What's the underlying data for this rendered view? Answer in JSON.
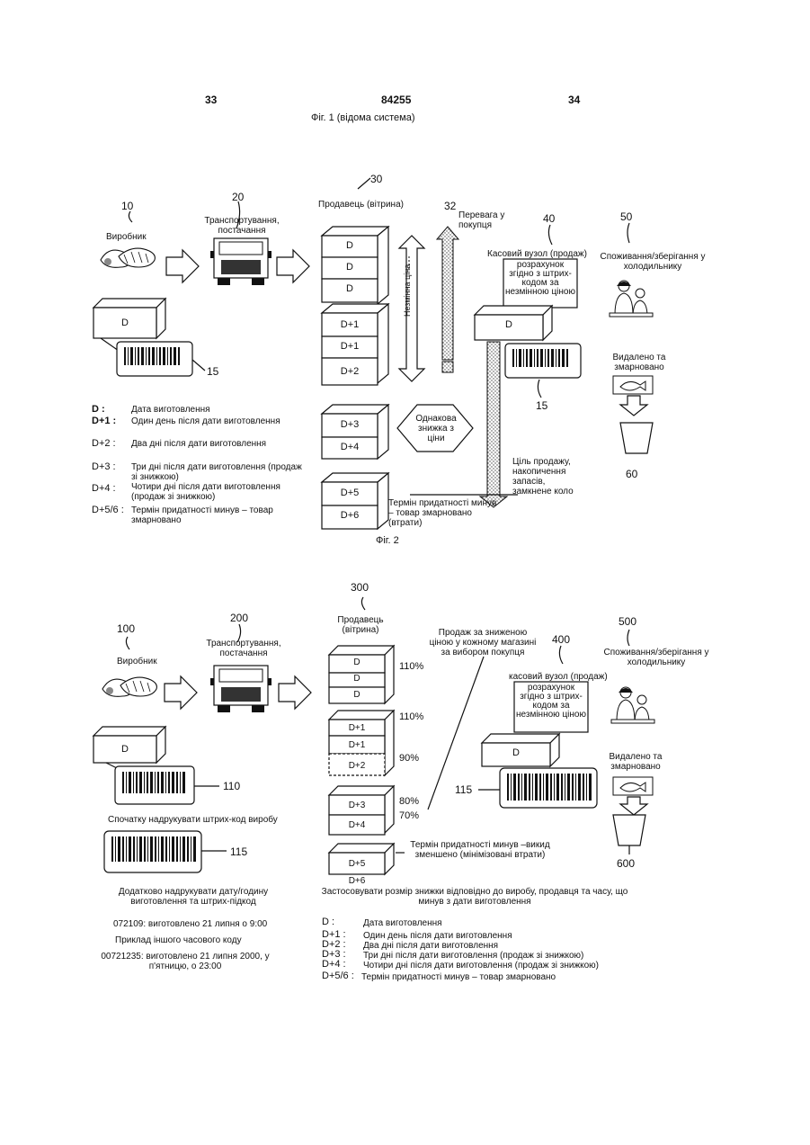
{
  "header": {
    "left_page": "33",
    "patent_no": "84255",
    "right_page": "34",
    "fig1_caption": "Фіг. 1 (відома система)"
  },
  "fig1": {
    "ref_30": "30",
    "ref_10": "10",
    "ref_20": "20",
    "ref_32": "32",
    "ref_40": "40",
    "ref_50": "50",
    "ref_15a": "15",
    "ref_15b": "15",
    "ref_60": "60",
    "producer": "Виробник",
    "transport": "Транспортування, постачання",
    "seller": "Продавець (вітрина)",
    "preference": "Перевага у покупця",
    "cashier": "Касовий вузол (продаж)",
    "cashier_box": "розрахунок згідно з штрих-кодом за незмінною ціною",
    "consumption": "Споживання/зберігання у холодильнику",
    "removed": "Видалено та змарновано",
    "fixed_price": "Незмінна ціна",
    "same_discount": "Однакова знижка з ціни",
    "sale_goal": "Ціль продажу, накопичення запасів, замкнене коло",
    "expiry": "Термін придатності минув – товар змарновано (втрати)",
    "box_labels": [
      "D",
      "D",
      "D",
      "D+1",
      "D+1",
      "D+2",
      "D+3",
      "D+4",
      "D+5",
      "D+6"
    ],
    "product_box": "D",
    "product_box2": "D",
    "legend": [
      {
        "code": "D :",
        "text": "Дата виготовлення"
      },
      {
        "code": "D+1 :",
        "text": "Один день після дати виготовлення"
      },
      {
        "code": "D+2 :",
        "text": "Два дні після дати виготовлення"
      },
      {
        "code": "D+3 :",
        "text": "Три дні після дати виготовлення (продаж зі знижкою)"
      },
      {
        "code": "D+4 :",
        "text": "Чотири дні після дати виготовлення (продаж зі знижкою)"
      },
      {
        "code": "D+5/6 :",
        "text": "Термін придатності минув – товар змарновано"
      }
    ],
    "caption": "Фіг. 2"
  },
  "fig2": {
    "ref_300": "300",
    "ref_100": "100",
    "ref_200": "200",
    "ref_400": "400",
    "ref_500": "500",
    "ref_110": "110",
    "ref_115a": "115",
    "ref_115b": "115",
    "ref_600": "600",
    "producer": "Виробник",
    "transport": "Транспортування, постачання",
    "seller": "Продавець (вітрина)",
    "discount_note": "Продаж за зниженою ціною у кожному магазині за вибором покупця",
    "cashier": "касовий вузол (продаж)",
    "cashier_box": "розрахунок згідно з штрих-кодом за незмінною ціною",
    "consumption": "Споживання/зберігання у холодильнику",
    "removed": "Видалено та змарновано",
    "expiry": "Термін придатності минув –викид зменшено (мінімізовані втрати)",
    "box_labels": [
      "D",
      "D",
      "D",
      "D+1",
      "D+1",
      "D+2",
      "D+3",
      "D+4",
      "D+5"
    ],
    "d6_label": "D+6",
    "product_box": "D",
    "product_box2": "D",
    "percents": [
      "110%",
      "110%",
      "90%",
      "80%",
      "70%"
    ],
    "print_first": "Спочатку надрукувати штрих-код виробу",
    "print_additional": "Додатково надрукувати дату/годину виготовлення та штрих-підкод",
    "apply_discount": "Застосовувати розмір знижки відповідно до виробу, продавця та часу, що минув з дати виготовлення",
    "example1": "072109: виготовлено 21 липня о 9:00",
    "example_label": "Приклад іншого часового коду",
    "example2": "00721235: виготовлено 21 липня 2000, у п'ятницю, о 23:00",
    "legend": [
      {
        "code": "D :",
        "text": "Дата виготовлення"
      },
      {
        "code": "D+1 :",
        "text": "Один день після дати виготовлення"
      },
      {
        "code": "D+2 :",
        "text": "Два дні після дати виготовлення"
      },
      {
        "code": "D+3 :",
        "text": "Три дні після дати виготовлення (продаж зі знижкою)"
      },
      {
        "code": "D+4 :",
        "text": "Чотири дні після дати виготовлення (продаж зі знижкою)"
      },
      {
        "code": "D+5/6 :",
        "text": "Термін придатності минув – товар змарновано"
      }
    ]
  }
}
